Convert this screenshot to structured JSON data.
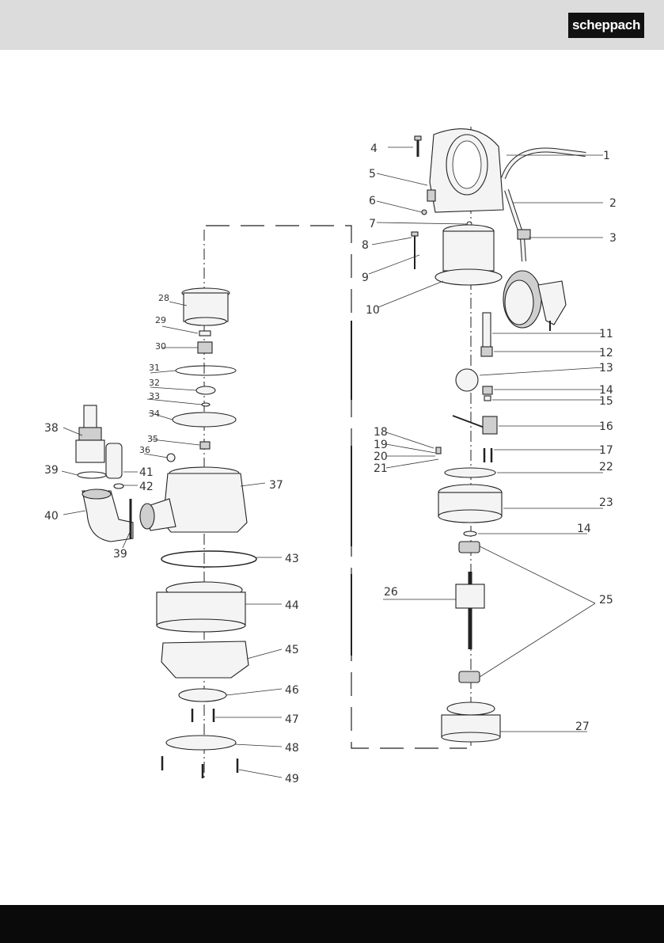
{
  "header": {
    "brand": "scheppach"
  },
  "diagram": {
    "callouts": [
      "1",
      "2",
      "3",
      "4",
      "5",
      "6",
      "7",
      "8",
      "9",
      "10",
      "11",
      "12",
      "13",
      "14",
      "15",
      "16",
      "17",
      "18",
      "19",
      "20",
      "21",
      "22",
      "23",
      "14",
      "25",
      "26",
      "27",
      "28",
      "29",
      "30",
      "31",
      "32",
      "33",
      "34",
      "35",
      "36",
      "37",
      "38",
      "39",
      "40",
      "41",
      "42",
      "39",
      "43",
      "44",
      "45",
      "46",
      "47",
      "48",
      "49"
    ]
  }
}
